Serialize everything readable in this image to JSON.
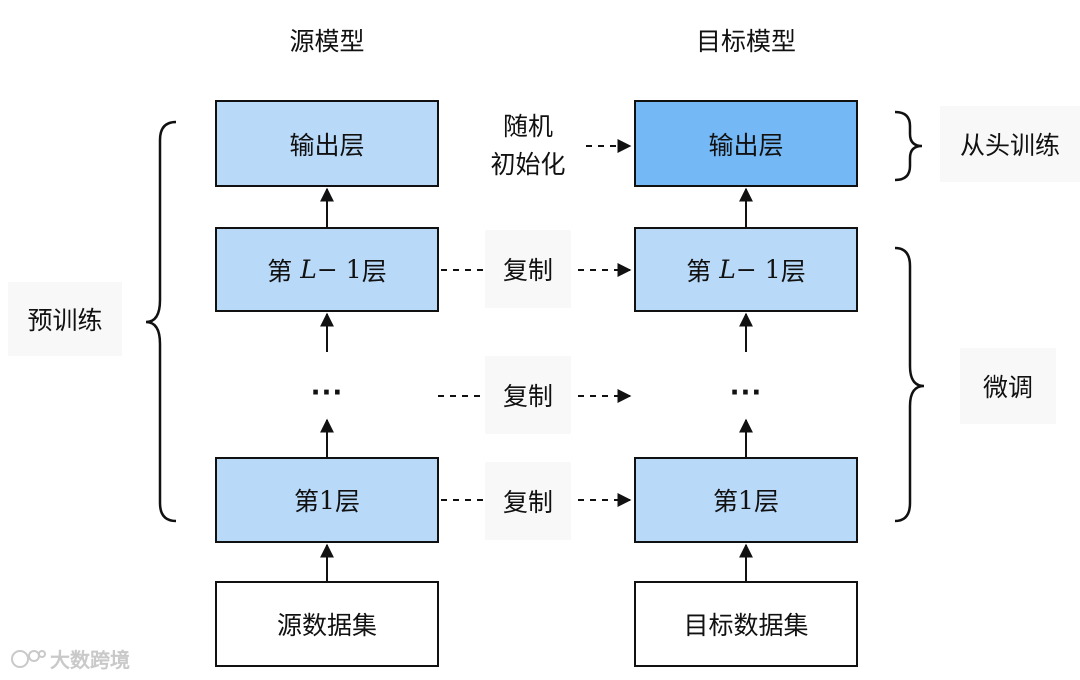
{
  "source_model": {
    "title": "源模型",
    "output_layer": "输出层",
    "layer_l1": {
      "prefix": "第",
      "var": "L",
      "expr": " − 1 ",
      "suffix": "层"
    },
    "ellipsis": "···",
    "layer_1": {
      "prefix": "第",
      "num": " 1 ",
      "suffix": "层"
    },
    "dataset": "源数据集"
  },
  "target_model": {
    "title": "目标模型",
    "output_layer": "输出层",
    "layer_l1": {
      "prefix": "第",
      "var": "L",
      "expr": " − 1 ",
      "suffix": "层"
    },
    "ellipsis": "···",
    "layer_1": {
      "prefix": "第",
      "num": " 1 ",
      "suffix": "层"
    },
    "dataset": "目标数据集"
  },
  "connections": {
    "random_init_line1": "随机",
    "random_init_line2": "初始化",
    "copy": "复制"
  },
  "side_labels": {
    "pretrain": "预训练",
    "train_from_scratch": "从头训练",
    "fine_tune": "微调"
  },
  "watermark": {
    "text": "大数跨境"
  },
  "colors": {
    "layer_fill": "#b9d9f9",
    "output_target_fill": "#74b9f6",
    "dataset_fill": "#ffffff",
    "label_bg": "#f8f8f8",
    "stroke": "#111111"
  }
}
